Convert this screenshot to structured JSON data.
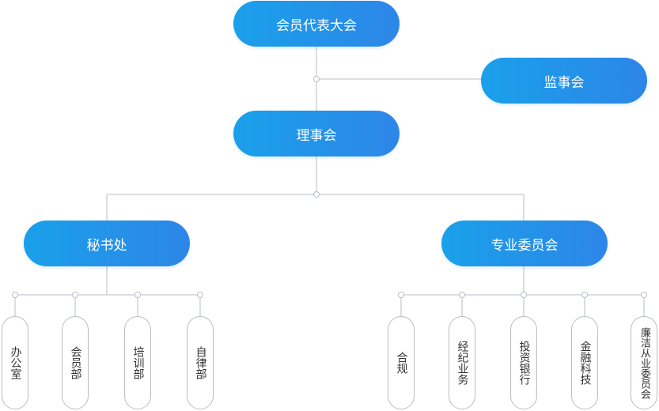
{
  "org": {
    "general_assembly": "会员代表大会",
    "supervisory_board": "监事会",
    "council": "理事会",
    "secretariat": "秘书处",
    "committees": "专业委员会"
  },
  "secretariat_departments": [
    "办公室",
    "会员部",
    "培训部",
    "自律部"
  ],
  "committee_departments": [
    "合规",
    "经纪业务",
    "投资银行",
    "金融科技",
    "廉洁从业委员会"
  ],
  "colors": {
    "accent_start": "#1aa0ea",
    "accent_end": "#2d86e8",
    "connector": "#b8bec6"
  }
}
